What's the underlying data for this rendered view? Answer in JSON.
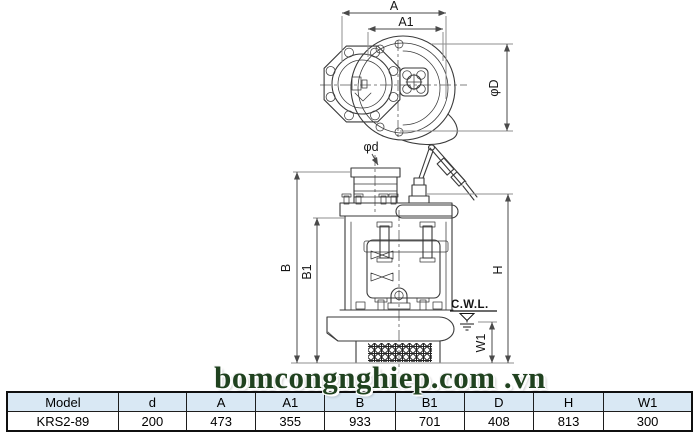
{
  "diagram": {
    "top_view": {
      "dim_a": "A",
      "dim_a1": "A1",
      "dim_phi_d_cap": "φD"
    },
    "side_view": {
      "dim_phi_d_small": "φd",
      "dim_b": "B",
      "dim_b1": "B1",
      "dim_h": "H",
      "dim_w1": "W1",
      "water_level_label": "C.W.L."
    }
  },
  "watermark": {
    "text": "bomcongnghiep.com .vn",
    "color": "#20421f"
  },
  "table": {
    "headers": [
      "Model",
      "d",
      "A",
      "A1",
      "B",
      "B1",
      "D",
      "H",
      "W1"
    ],
    "rows": [
      [
        "KRS2-89",
        "200",
        "473",
        "355",
        "933",
        "701",
        "408",
        "813",
        "300"
      ]
    ]
  },
  "colors": {
    "table_header_bg": "#d9e8f4",
    "drawing_line": "#3a3a3a",
    "watermark_green": "#20421f"
  }
}
